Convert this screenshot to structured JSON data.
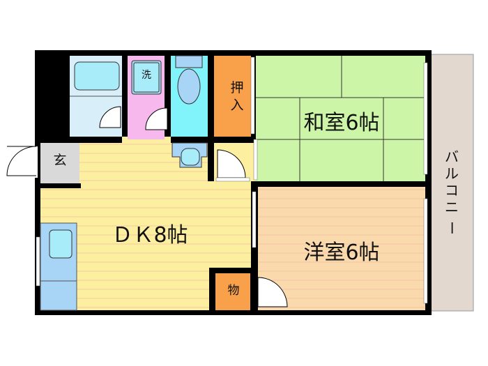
{
  "rooms": {
    "washitsu": {
      "label": "和室6帖",
      "color": "#ccf5a8"
    },
    "youshitsu": {
      "label": "洋室6帖",
      "color": "#fad9ad"
    },
    "dk": {
      "label": "ＤＫ8帖",
      "color": "#fcf0a0"
    },
    "oshiire": {
      "label_1": "押",
      "label_2": "入",
      "color": "#f9a04a"
    },
    "genkan": {
      "label": "玄",
      "color": "#d9d9d9"
    },
    "senmen": {
      "label": "洗",
      "color": "#f7b8ee"
    },
    "monooki": {
      "label": "物",
      "color": "#f9a04a"
    },
    "bath": {
      "color": "#d8effa"
    },
    "toilet": {
      "color": "#80f4fa"
    },
    "balcony": {
      "label_chars": [
        "バ",
        "ル",
        "コ",
        "ニ",
        "ー"
      ],
      "color": "#e2d8d0"
    }
  }
}
